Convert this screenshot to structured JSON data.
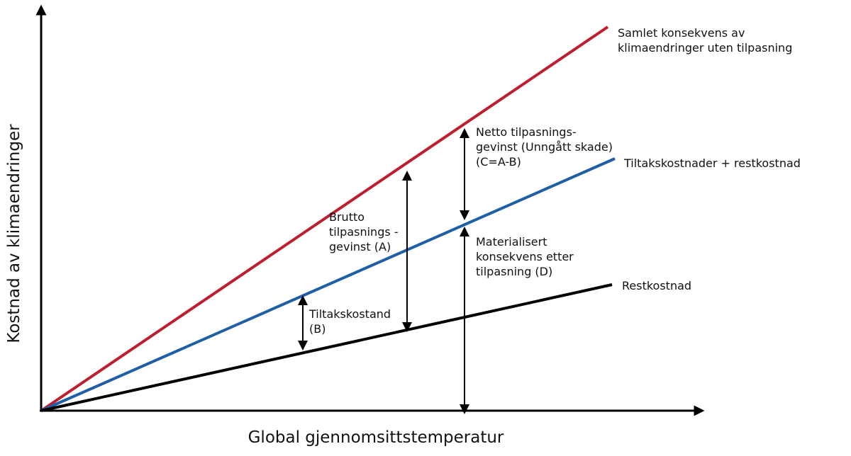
{
  "diagram": {
    "x_axis_label": "Global gjennomsittstemperatur",
    "y_axis_label": "Kostnad av klimaendringer",
    "lines": [
      {
        "id": "total",
        "label": "Samlet konsekvens av\nklimaendringer uten tilpasning",
        "color": "#bf1e2e"
      },
      {
        "id": "measures",
        "label": "Tiltakskostnader + restkostnad",
        "color": "#1f5fa6"
      },
      {
        "id": "residual",
        "label": "Restkostnad",
        "color": "#000000"
      }
    ],
    "annotations": {
      "gross": "Brutto\ntilpasnings -\ngevinst (A)",
      "measure_cost": "Tiltakskostand\n(B)",
      "net": "Netto tilpasnings-\ngevinst (Unngått skade)\n(C=A-B)",
      "materialised": "Materialisert\nkonsekvens etter\ntilpasning (D)"
    }
  }
}
